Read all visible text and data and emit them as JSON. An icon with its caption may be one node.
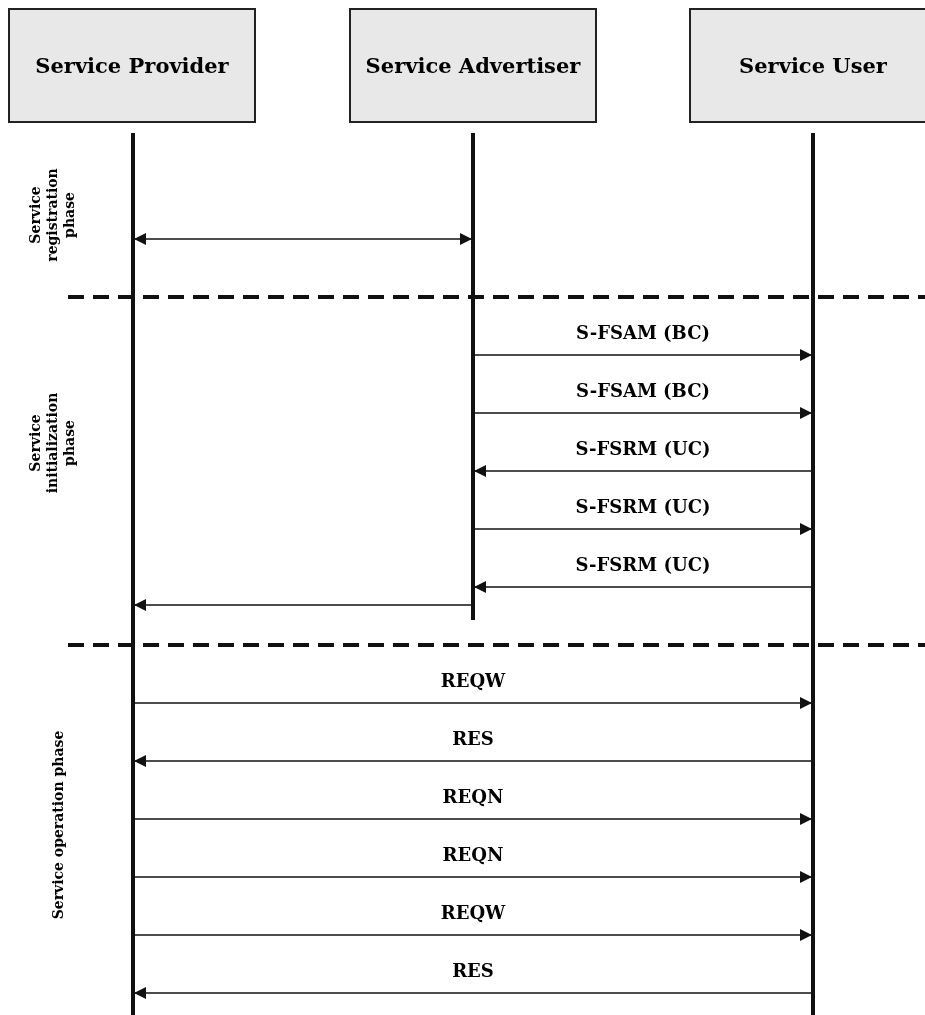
{
  "diagram": {
    "nodes": [
      {
        "text": [
          "Service Provider"
        ]
      },
      {
        "text": [
          "Service Advertiser"
        ]
      },
      {
        "text": [
          "Service User"
        ]
      }
    ],
    "edges": [
      {
        "from": 0,
        "to": 1,
        "arrow": "both"
      },
      {
        "from": 1,
        "to": 2,
        "arrow": "to",
        "label": "S-FSAM (BC)"
      },
      {
        "from": 1,
        "to": 2,
        "arrow": "to",
        "label": "S-FSAM (BC)"
      },
      {
        "from": 2,
        "to": 1,
        "arrow": "to",
        "label": "S-FSRM (UC)"
      },
      {
        "from": 1,
        "to": 2,
        "arrow": "to",
        "label": "S-FSRM (UC)"
      },
      {
        "from": 2,
        "to": 1,
        "arrow": "to",
        "label": "S-FSRM (UC)"
      },
      {
        "from": 1,
        "to": 0,
        "arrow": "to"
      },
      {
        "from": 0,
        "to": 2,
        "arrow": "to",
        "label": "REQW"
      },
      {
        "from": 2,
        "to": 0,
        "arrow": "to",
        "label": "RES"
      },
      {
        "from": 0,
        "to": 2,
        "arrow": "to",
        "label": "REQN"
      },
      {
        "from": 0,
        "to": 2,
        "arrow": "to",
        "label": "REQN"
      },
      {
        "from": 0,
        "to": 2,
        "arrow": "to",
        "label": "REQW"
      },
      {
        "from": 2,
        "to": 0,
        "arrow": "to",
        "label": "RES"
      }
    ],
    "labels": [
      "Service registration phase",
      "Service initialization phase",
      "Service operation phase"
    ]
  }
}
